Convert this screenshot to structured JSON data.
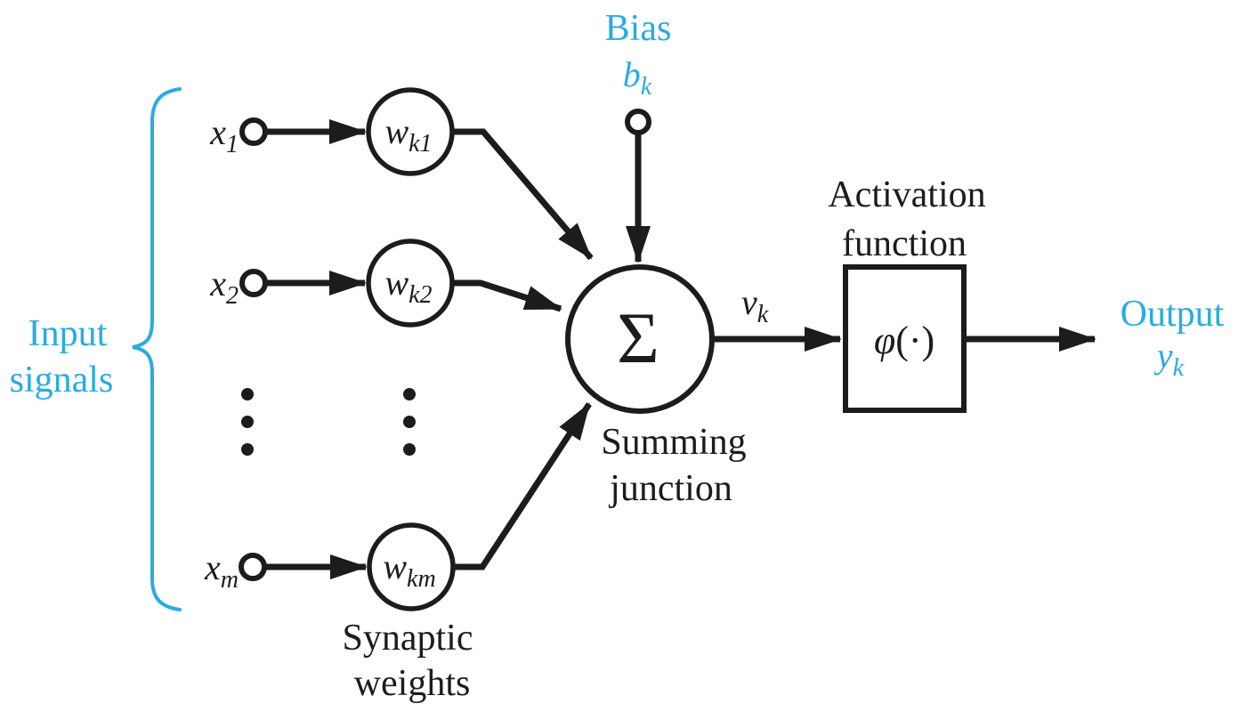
{
  "diagram": {
    "title_semantic": "Nonlinear model of a neuron",
    "colors": {
      "accent": "#29ABE2",
      "ink": "#1c1c1c",
      "background": "#ffffff"
    },
    "input_group": {
      "label_line1": "Input",
      "label_line2": "signals",
      "inputs": [
        {
          "base": "x",
          "sub": "1"
        },
        {
          "base": "x",
          "sub": "2"
        },
        {
          "base": "x",
          "sub": "m"
        }
      ]
    },
    "weights": {
      "caption_line1": "Synaptic",
      "caption_line2": "weights",
      "nodes": [
        {
          "base": "w",
          "sub": "k1"
        },
        {
          "base": "w",
          "sub": "k2"
        },
        {
          "base": "w",
          "sub": "km"
        }
      ]
    },
    "bias": {
      "label": "Bias",
      "symbol_base": "b",
      "symbol_sub": "k"
    },
    "summing": {
      "symbol": "Σ",
      "caption_line1": "Summing",
      "caption_line2": "junction"
    },
    "induced_field": {
      "base": "v",
      "sub": "k"
    },
    "activation": {
      "caption_line1": "Activation",
      "caption_line2": "function",
      "symbol_phi": "φ",
      "symbol_args": "(·)"
    },
    "output": {
      "label": "Output",
      "symbol_base": "y",
      "symbol_sub": "k"
    }
  }
}
